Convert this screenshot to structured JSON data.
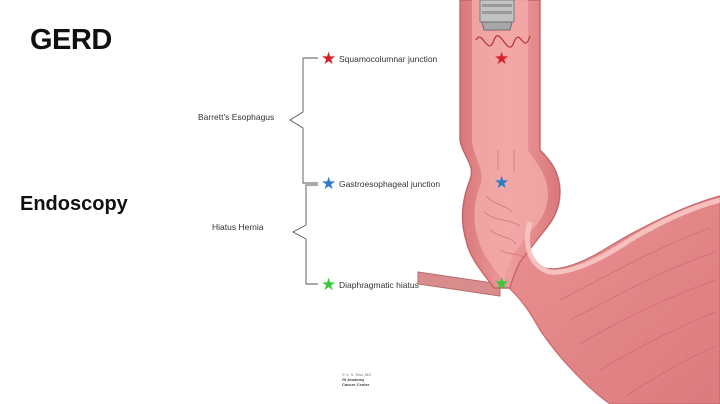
{
  "title": "GERD",
  "subtitle": "Endoscopy",
  "brackets": {
    "upper": "Barrett's Esophagus",
    "lower": "Hiatus Hernia"
  },
  "landmarks": [
    {
      "label": "Squamocolumnar junction",
      "color": "#d6202a"
    },
    {
      "label": "Gastroesophageal junction",
      "color": "#2b7bc6"
    },
    {
      "label": "Diaphragmatic hiatus",
      "color": "#3cc83c"
    }
  ],
  "credit": {
    "line1": "© V. S. Rao, MD",
    "line2": "GI Anatomy",
    "line3": "Cancer Center"
  },
  "colors": {
    "tissue": "#e98c8e",
    "tissue_dark": "#c9666a",
    "lumen": "#f7b9b7",
    "scope": "#b7b7b7"
  }
}
